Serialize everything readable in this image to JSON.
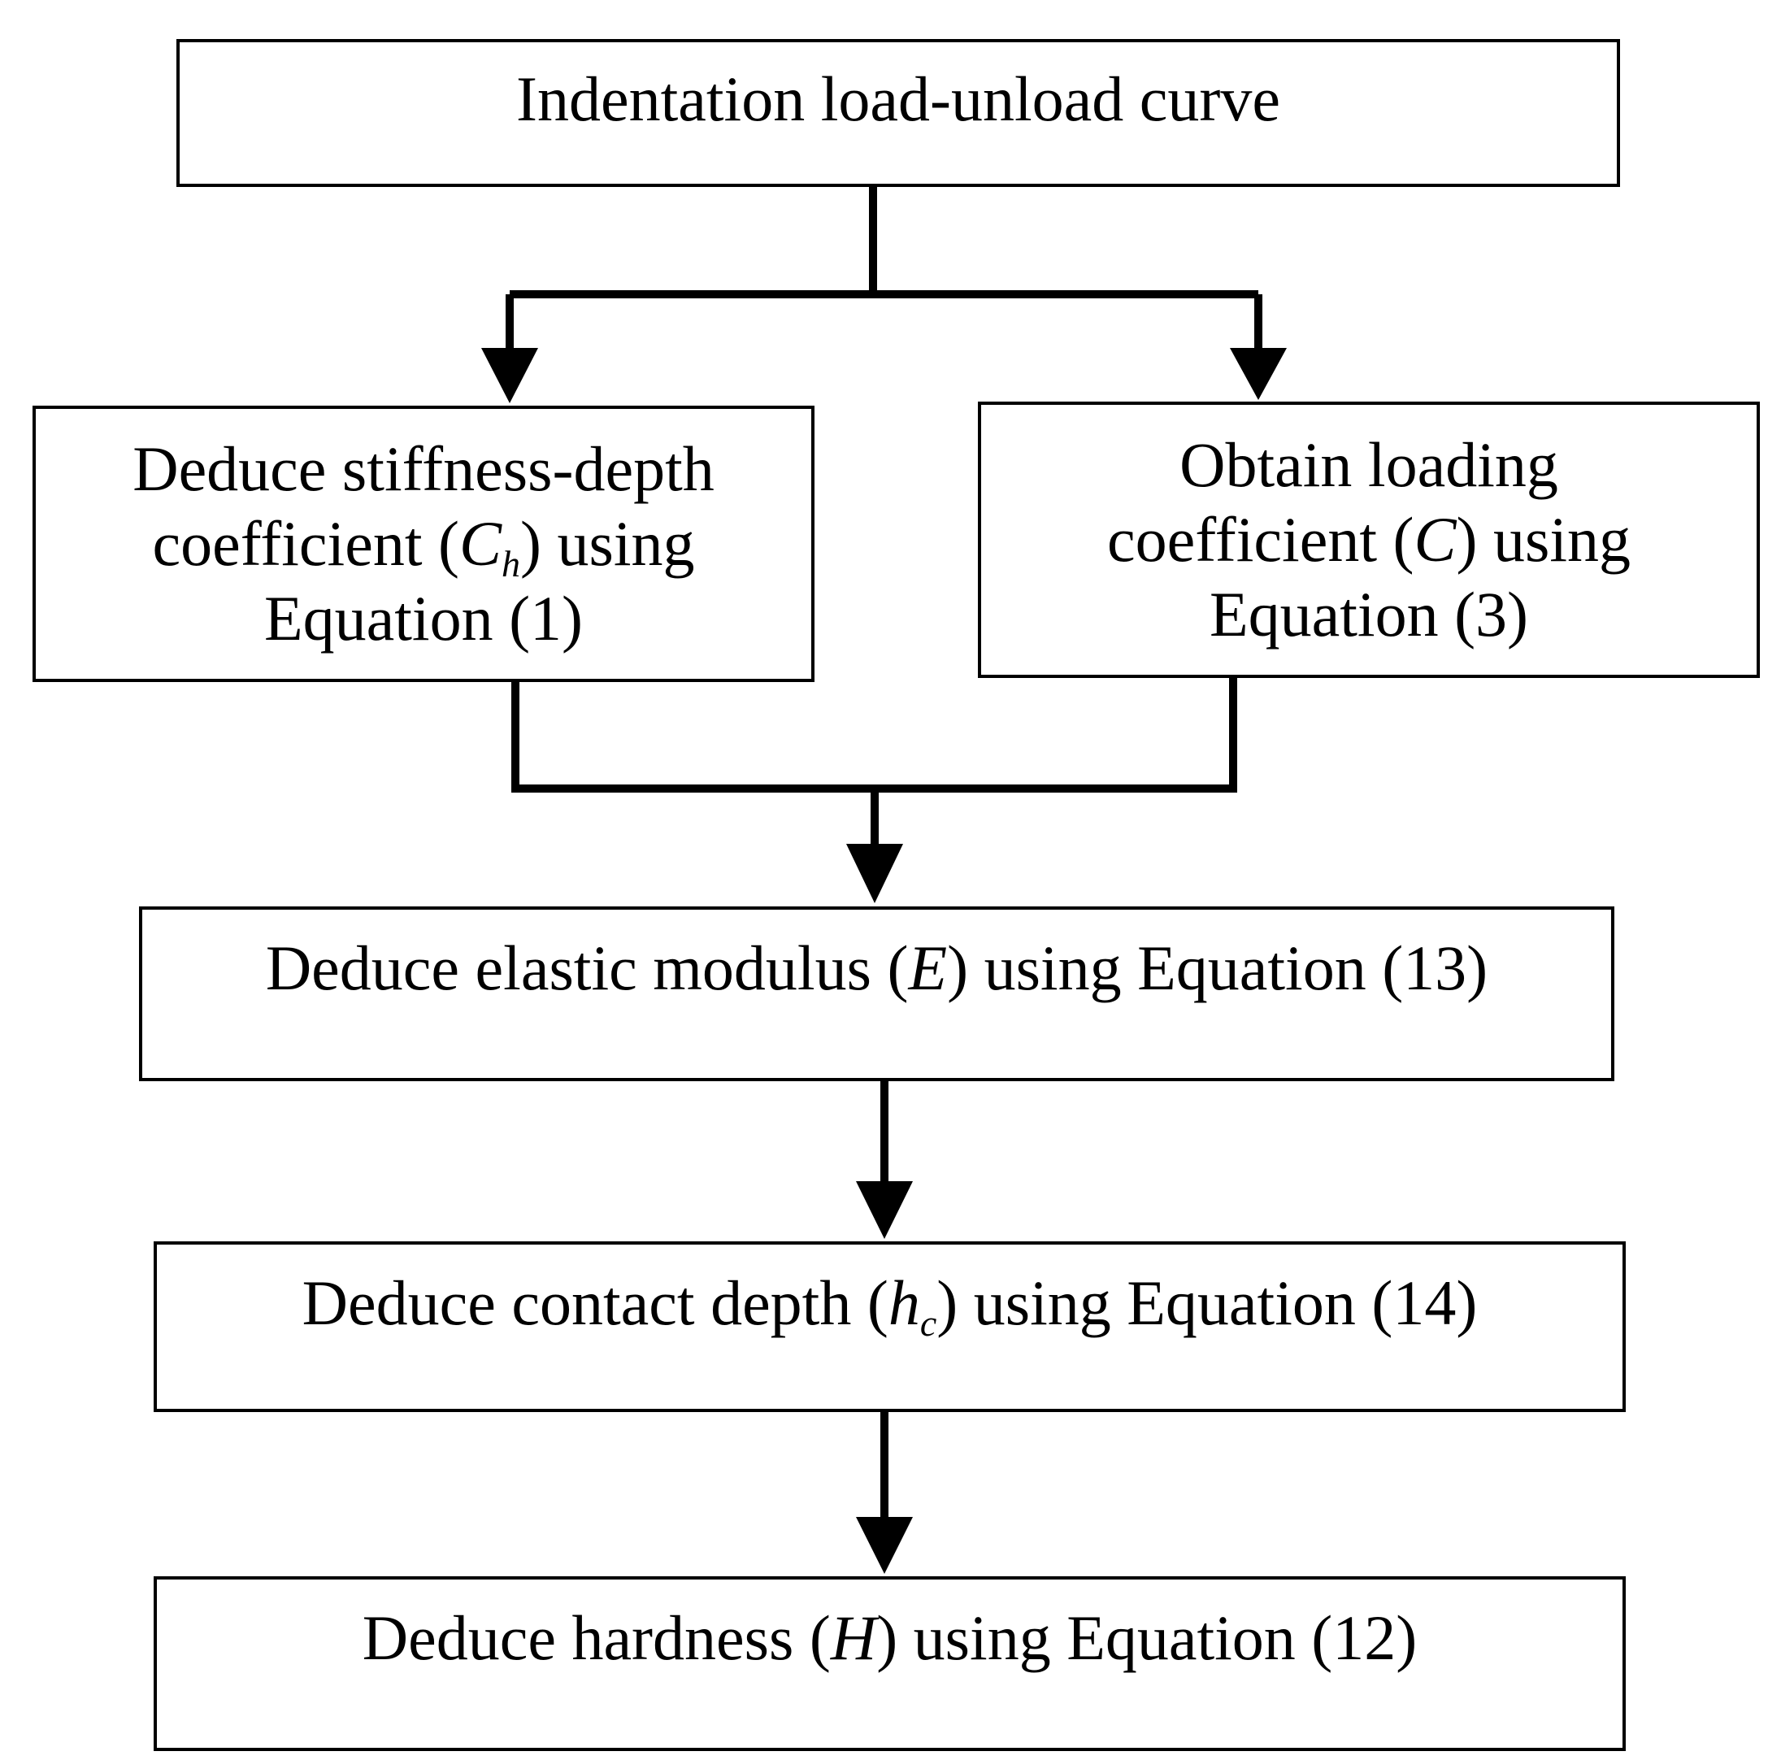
{
  "nodes": {
    "curve": {
      "line1": "Indentation load-unload curve"
    },
    "stiffness": {
      "line1": "Deduce stiffness-depth",
      "line2_pre": "coefficient (",
      "symbol": "C",
      "subscript": "h",
      "line2_post": ") using",
      "line3": "Equation (1)"
    },
    "loading": {
      "line1": "Obtain loading",
      "line2_pre": "coefficient (",
      "symbol": "C",
      "line2_post": ") using",
      "line3": "Equation (3)"
    },
    "modulus": {
      "pre": "Deduce elastic modulus (",
      "symbol": "E",
      "post": ") using Equation (13)"
    },
    "contact": {
      "pre": "Deduce contact depth (",
      "symbol": "h",
      "subscript": "c",
      "post": ") using Equation (14)"
    },
    "hardness": {
      "pre": "Deduce hardness (",
      "symbol": "H",
      "post": ") using Equation (12)"
    }
  }
}
